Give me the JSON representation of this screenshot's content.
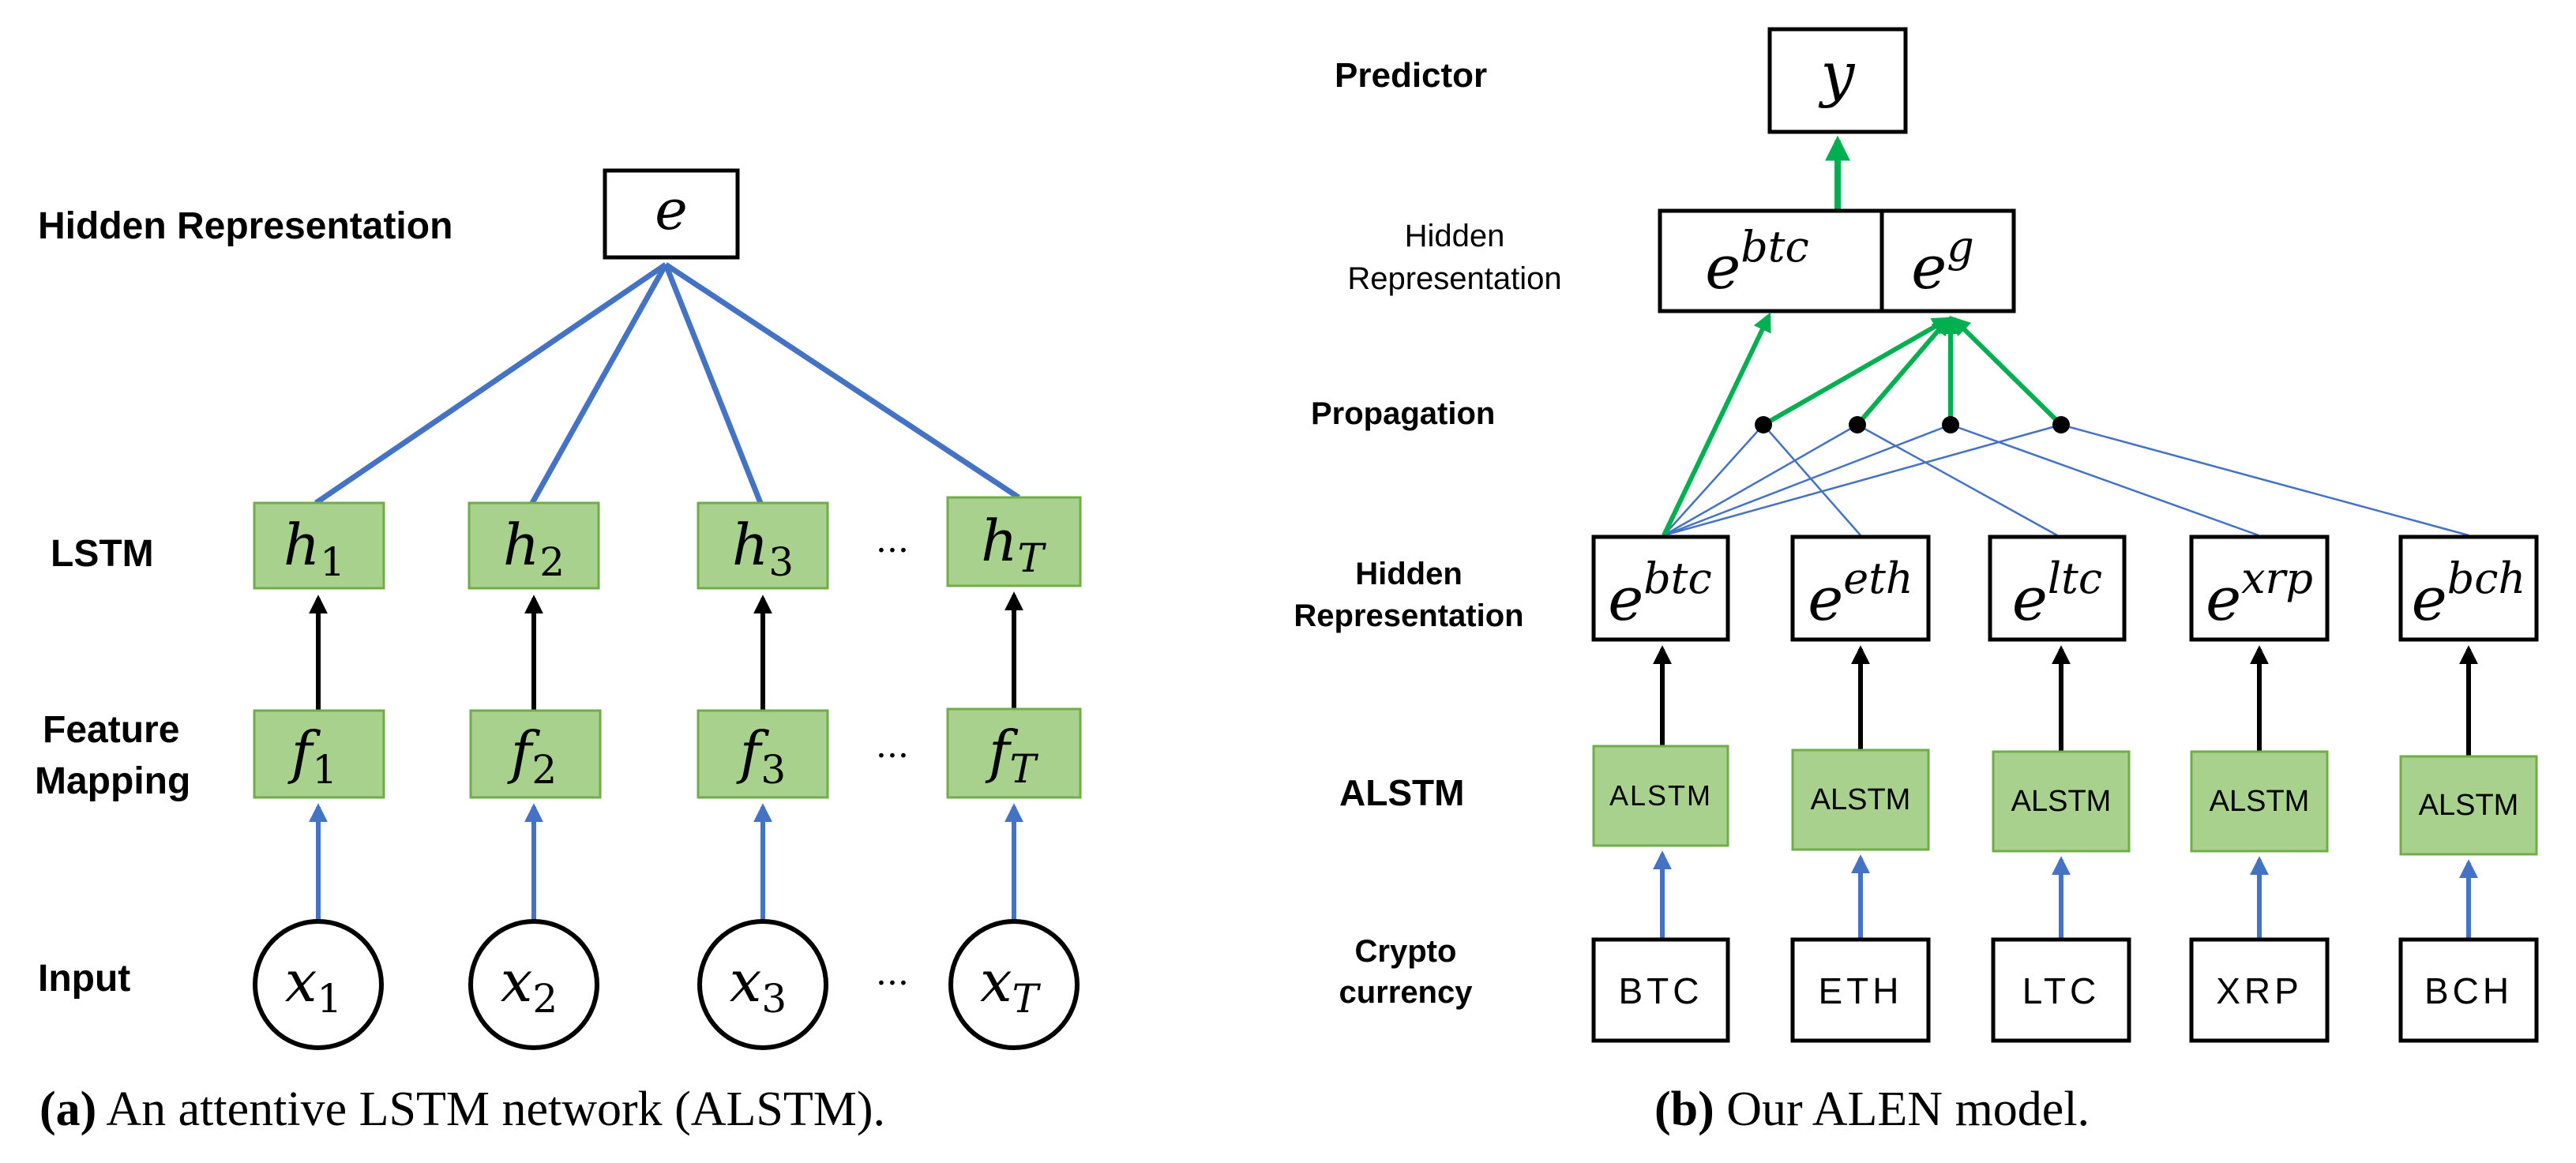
{
  "panel_a": {
    "row_labels": {
      "hidden": "Hidden Representation",
      "lstm": "LSTM",
      "feature_line1": "Feature",
      "feature_line2": "Mapping",
      "input": "Input"
    },
    "output_node": "e",
    "hidden_nodes": [
      {
        "base": "h",
        "sub": "1"
      },
      {
        "base": "h",
        "sub": "2"
      },
      {
        "base": "h",
        "sub": "3"
      },
      {
        "base": "h",
        "sub": "T"
      }
    ],
    "feature_nodes": [
      {
        "base": "f",
        "sub": "1"
      },
      {
        "base": "f",
        "sub": "2"
      },
      {
        "base": "f",
        "sub": "3"
      },
      {
        "base": "f",
        "sub": "T"
      }
    ],
    "input_nodes": [
      {
        "base": "x",
        "sub": "1"
      },
      {
        "base": "x",
        "sub": "2"
      },
      {
        "base": "x",
        "sub": "3"
      },
      {
        "base": "x",
        "sub": "T"
      }
    ],
    "ellipsis": "···",
    "caption_letter": "(a)",
    "caption_text": " An attentive LSTM network (ALSTM)."
  },
  "panel_b": {
    "row_labels": {
      "predictor": "Predictor",
      "hidden_top_line1": "Hidden",
      "hidden_top_line2": "Representation",
      "propagation": "Propagation",
      "hidden_mid_line1": "Hidden",
      "hidden_mid_line2": "Representation",
      "alstm": "ALSTM",
      "crypto_line1": "Crypto",
      "crypto_line2": "currency"
    },
    "predictor_node": "y",
    "combined_node": {
      "left": {
        "base": "e",
        "sup": "btc"
      },
      "right": {
        "base": "e",
        "sup": "g"
      }
    },
    "embedding_nodes": [
      {
        "base": "e",
        "sup": "btc"
      },
      {
        "base": "e",
        "sup": "eth"
      },
      {
        "base": "e",
        "sup": "ltc"
      },
      {
        "base": "e",
        "sup": "xrp"
      },
      {
        "base": "e",
        "sup": "bch"
      }
    ],
    "alstm_label": "ALSTM",
    "currencies": [
      "BTC",
      "ETH",
      "LTC",
      "XRP",
      "BCH"
    ],
    "caption_letter": "(b)",
    "caption_text": " Our ALEN model."
  },
  "colors": {
    "blue": "#4472c4",
    "green": "#00b050",
    "node_fill": "#a9d18e",
    "node_stroke": "#70ad47",
    "black": "#000000"
  }
}
